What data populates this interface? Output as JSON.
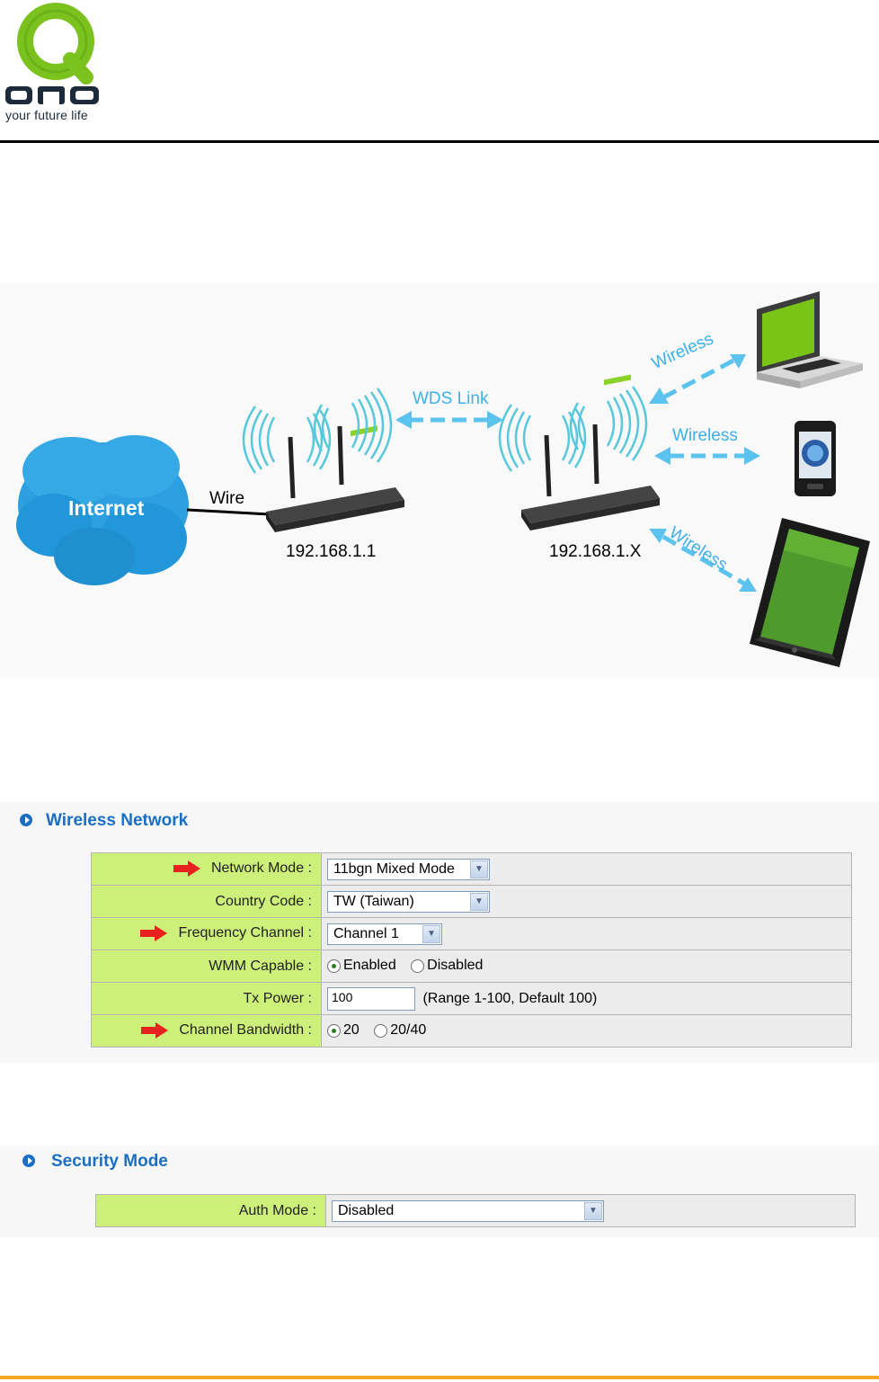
{
  "header": {
    "logo_letters": "QNO",
    "tagline": "your future life"
  },
  "diagram": {
    "cloud_label": "Internet",
    "wire_label": "Wire",
    "wds_label": "WDS Link",
    "router1_ip": "192.168.1.1",
    "router2_ip": "192.168.1.X",
    "wireless_labels": [
      "Wireless",
      "Wireless",
      "Wireless"
    ]
  },
  "wireless_network": {
    "title": "Wireless Network",
    "rows": {
      "network_mode": {
        "label": "Network Mode :",
        "value": "11bgn Mixed Mode"
      },
      "country_code": {
        "label": "Country Code :",
        "value": "TW (Taiwan)"
      },
      "frequency_channel": {
        "label": "Frequency Channel :",
        "value": "Channel 1"
      },
      "wmm_capable": {
        "label": "WMM Capable :",
        "options": [
          "Enabled",
          "Disabled"
        ],
        "selected": "Enabled"
      },
      "tx_power": {
        "label": "Tx Power :",
        "value": "100",
        "hint": "(Range 1-100, Default 100)"
      },
      "channel_bandwidth": {
        "label": "Channel Bandwidth :",
        "options": [
          "20",
          "20/40"
        ],
        "selected": "20"
      }
    }
  },
  "security_mode": {
    "title": "Security Mode",
    "auth_mode": {
      "label": "Auth Mode :",
      "value": "Disabled"
    }
  },
  "colors": {
    "label_bg": "#ccf07a",
    "value_bg": "#ececec",
    "title_blue": "#1a6fc4",
    "wireless_cyan": "#3db0e6",
    "footer_orange": "#f5a623"
  }
}
